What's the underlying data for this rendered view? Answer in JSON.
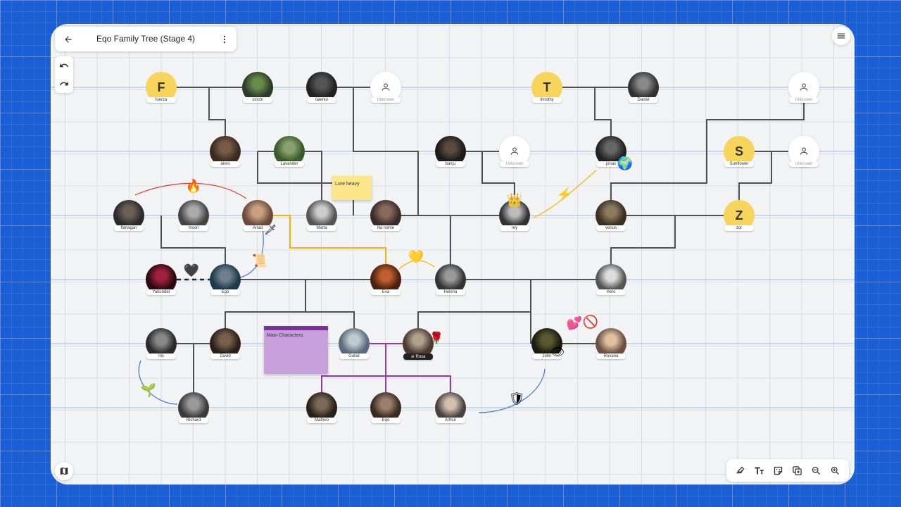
{
  "title_bar": {
    "title": "Eqo Family Tree (Stage 4)",
    "back_icon": "arrow-left-icon",
    "menu_icon": "more-vertical-icon"
  },
  "history": {
    "undo_icon": "undo-icon",
    "redo_icon": "redo-icon"
  },
  "top_right_menu_icon": "hamburger-menu-icon",
  "bottom_left_icon": "map-icon",
  "toolbar": {
    "icons": [
      "draw-icon",
      "text-icon",
      "sticker-icon",
      "add-card-icon",
      "zoom-out-icon",
      "zoom-in-icon"
    ]
  },
  "colors": {
    "initial_avatar": "#f7d55c",
    "line_default": "#505050",
    "line_orange": "#f4b400",
    "line_purple": "#8e3ba8",
    "line_red": "#d83a2a",
    "line_blue": "#3a78d8",
    "note_yellow": "#fde58a",
    "note_purple": "#c7a0db",
    "canvas_outer": "#1a5fd6"
  },
  "people": [
    {
      "id": "fuerza",
      "name": "fuerza",
      "kind": "initial",
      "initial": "F"
    },
    {
      "id": "sinchi",
      "name": "sinchi",
      "kind": "photo"
    },
    {
      "id": "talento",
      "name": "talento",
      "kind": "photo"
    },
    {
      "id": "unk1",
      "name": "Unknown",
      "kind": "unknown"
    },
    {
      "id": "timothy",
      "name": "timothy",
      "kind": "initial",
      "initial": "T"
    },
    {
      "id": "daniel",
      "name": "Daniel",
      "kind": "photo"
    },
    {
      "id": "unk2",
      "name": "Unknown",
      "kind": "unknown"
    },
    {
      "id": "aires",
      "name": "aires",
      "kind": "photo"
    },
    {
      "id": "lavander",
      "name": "Lavander",
      "kind": "photo"
    },
    {
      "id": "barcu",
      "name": "barçu",
      "kind": "photo"
    },
    {
      "id": "unk3",
      "name": "Unknown",
      "kind": "unknown"
    },
    {
      "id": "jonas",
      "name": "jonas",
      "kind": "photo"
    },
    {
      "id": "sunflower",
      "name": "Sunflower",
      "kind": "initial",
      "initial": "S"
    },
    {
      "id": "unk4",
      "name": "Unknown",
      "kind": "unknown"
    },
    {
      "id": "flanagan",
      "name": "flanagan",
      "kind": "photo"
    },
    {
      "id": "moon",
      "name": "moon",
      "kind": "photo"
    },
    {
      "id": "ariadna",
      "name": "Ariad",
      "kind": "photo"
    },
    {
      "id": "marta",
      "name": "Marta",
      "kind": "photo"
    },
    {
      "id": "noname",
      "name": "No name",
      "kind": "photo"
    },
    {
      "id": "rey",
      "name": "rey",
      "kind": "photo"
    },
    {
      "id": "venus",
      "name": "venus",
      "kind": "photo"
    },
    {
      "id": "zor",
      "name": "zor",
      "kind": "initial",
      "initial": "Z"
    },
    {
      "id": "yakundar",
      "name": "Yakundar",
      "kind": "photo"
    },
    {
      "id": "ego",
      "name": "Ego",
      "kind": "photo"
    },
    {
      "id": "eva",
      "name": "Eva",
      "kind": "photo"
    },
    {
      "id": "helena",
      "name": "Helena",
      "kind": "photo"
    },
    {
      "id": "hero",
      "name": "Hero",
      "kind": "photo"
    },
    {
      "id": "iris",
      "name": "Iris",
      "kind": "photo"
    },
    {
      "id": "david",
      "name": "David",
      "kind": "photo"
    },
    {
      "id": "goliat",
      "name": "Goliat",
      "kind": "photo"
    },
    {
      "id": "rosa",
      "name": "Rosa",
      "kind": "photo",
      "dark_label": true,
      "label_icon": "skull-icon"
    },
    {
      "id": "john",
      "name": "John",
      "kind": "photo"
    },
    {
      "id": "roxana",
      "name": "Roxana",
      "kind": "photo"
    },
    {
      "id": "richard",
      "name": "Richard",
      "kind": "photo"
    },
    {
      "id": "matheo",
      "name": "Matheo",
      "kind": "photo"
    },
    {
      "id": "eqo",
      "name": "Eqo",
      "kind": "photo"
    },
    {
      "id": "arthur",
      "name": "Arthur",
      "kind": "photo"
    }
  ],
  "notes": [
    {
      "id": "lore",
      "text": "Lore heavy",
      "color": "#fde58a"
    },
    {
      "id": "main",
      "text": "Main Characters",
      "color": "#c7a0db"
    }
  ],
  "stickers": [
    {
      "id": "fire",
      "glyph": "🔥",
      "name": "fire-sticker"
    },
    {
      "id": "crown",
      "glyph": "👑",
      "name": "crown-sticker"
    },
    {
      "id": "bolt",
      "glyph": "⚡",
      "name": "lightning-sticker"
    },
    {
      "id": "globe",
      "glyph": "🌍",
      "name": "globe-sticker"
    },
    {
      "id": "blackheart",
      "glyph": "🖤",
      "name": "black-heart-sticker"
    },
    {
      "id": "scroll",
      "glyph": "📜",
      "name": "scroll-sticker"
    },
    {
      "id": "yellowheart",
      "glyph": "💛",
      "name": "yellow-heart-sticker"
    },
    {
      "id": "hearts",
      "glyph": "💕",
      "name": "two-hearts-sticker"
    },
    {
      "id": "noentry",
      "glyph": "🚫",
      "name": "prohibited-sticker"
    },
    {
      "id": "rose",
      "glyph": "🌹",
      "name": "rose-sticker"
    },
    {
      "id": "eye",
      "glyph": "👁",
      "name": "eye-sticker"
    },
    {
      "id": "sprout",
      "glyph": "🌱",
      "name": "sprout-sticker"
    },
    {
      "id": "shield",
      "glyph": "🛡",
      "name": "shield-sticker"
    },
    {
      "id": "dagger",
      "glyph": "🗡",
      "name": "dagger-sticker"
    }
  ]
}
